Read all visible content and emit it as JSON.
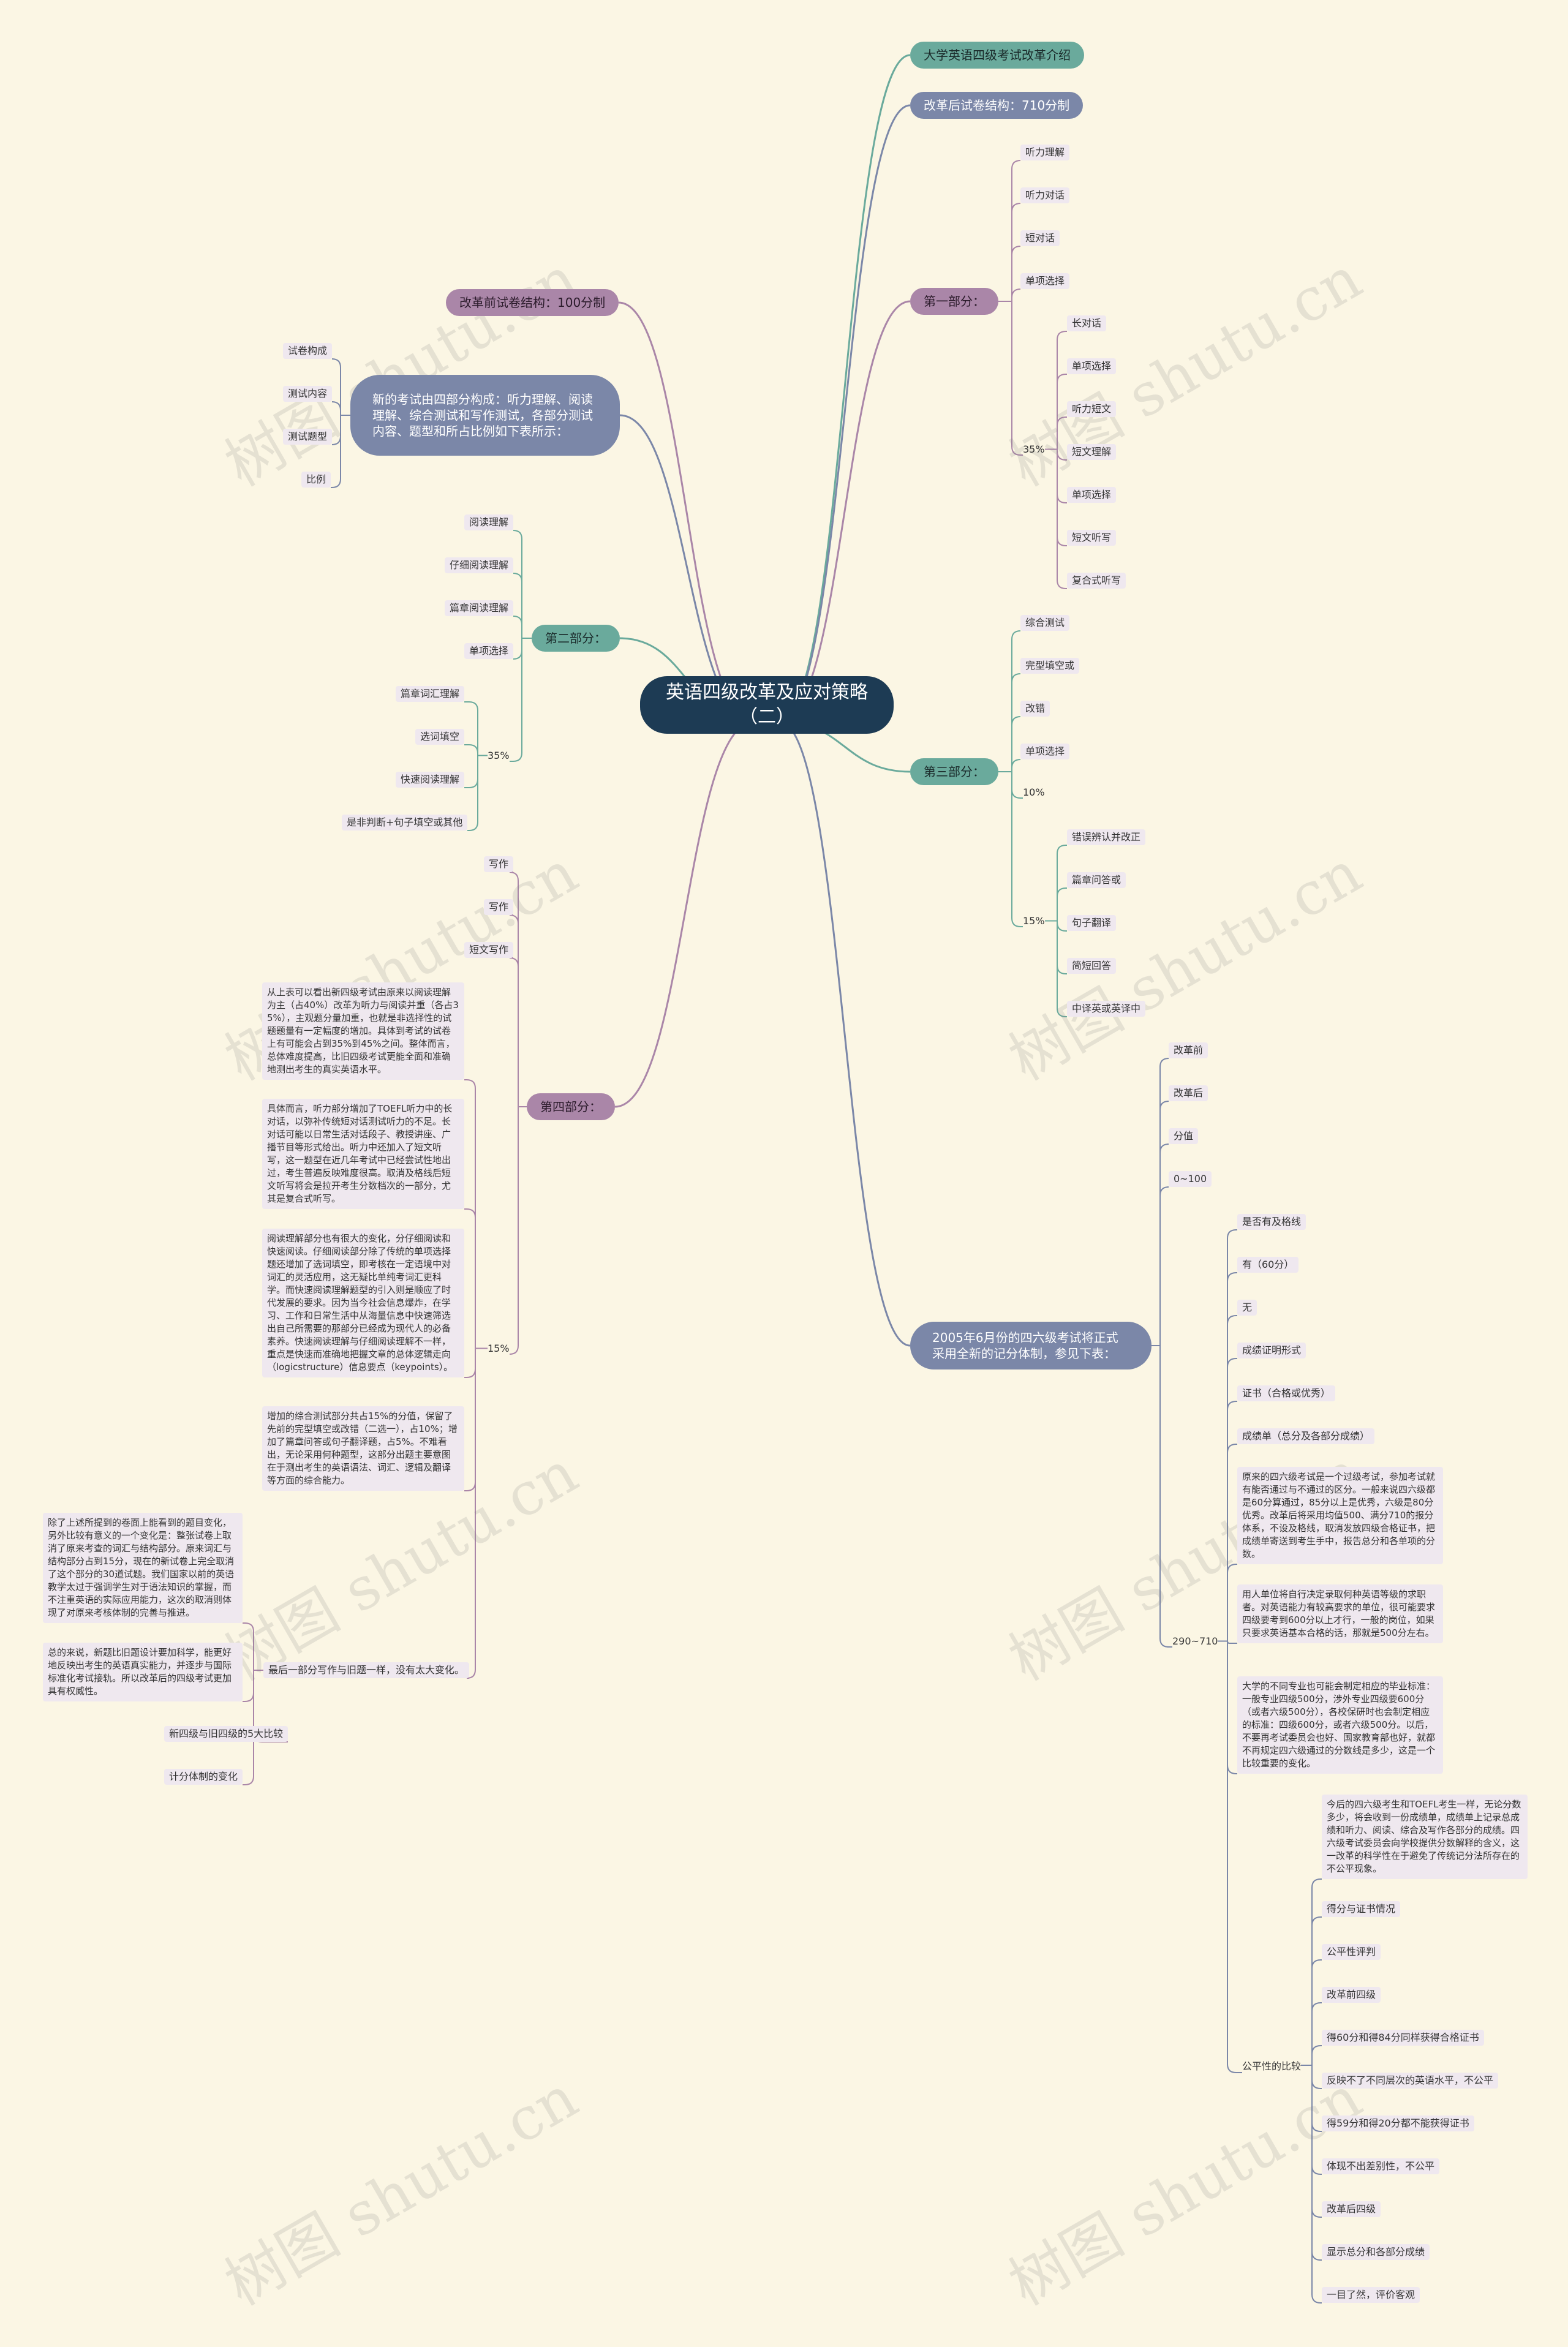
{
  "root": "英语四级改革及应对策略（二）",
  "watermark": "树图 shutu.cn",
  "colors": {
    "background": "#fbf6e4",
    "root": "#1d3b54",
    "teal": "#6aaa9c",
    "slate": "#7b87a8",
    "purple": "#aa86a8",
    "leaf_bg": "#efe8ef"
  },
  "right": {
    "intro": "大学英语四级考试改革介绍",
    "after_structure": "改革后试卷结构：710分制",
    "part1": {
      "label": "第一部分：",
      "items": [
        "听力理解",
        "听力对话",
        "短对话",
        "单项选择"
      ],
      "pct": "35%",
      "sub": [
        "长对话",
        "单项选择",
        "听力短文",
        "短文理解",
        "单项选择",
        "短文听写",
        "复合式听写"
      ]
    },
    "part3": {
      "label": "第三部分：",
      "items": [
        "综合测试",
        "完型填空或",
        "改错",
        "单项选择",
        "10%"
      ],
      "pct": "15%",
      "sub": [
        "错误辨认并改正",
        "篇章问答或",
        "句子翻译",
        "简短回答",
        "中译英或英译中"
      ]
    },
    "june2005": {
      "label": "2005年6月份的四六级考试将正式采用全新的记分体制，参见下表：",
      "items": [
        "改革前",
        "改革后",
        "分值",
        "0~100"
      ],
      "range": "290~710",
      "range_items": [
        "是否有及格线",
        "有（60分）",
        "无",
        "成绩证明形式",
        "证书（合格或优秀）",
        "成绩单（总分及各部分成绩）"
      ],
      "range_paras": [
        "原来的四六级考试是一个过级考试，参加考试就有能否通过与不通过的区分。一般来说四六级都是60分算通过，85分以上是优秀，六级是80分优秀。改革后将采用均值500、满分710的报分体系，不设及格线，取消发放四级合格证书，把成绩单寄送到考生手中，报告总分和各单项的分数。",
        "用人单位将自行决定录取何种英语等级的求职者。对英语能力有较高要求的单位，很可能要求四级要考到600分以上才行，一般的岗位，如果只要求英语基本合格的话，那就是500分左右。",
        "大学的不同专业也可能会制定相应的毕业标准：一般专业四级500分，涉外专业四级要600分（或者六级500分），各校保研时也会制定相应的标准：四级600分，或者六级500分。以后，不要再考试委员会也好、国家教育部也好，就都不再规定四六级通过的分数线是多少，这是一个比较重要的变化。"
      ],
      "fairness": "公平性的比较",
      "fairness_items": [
        "今后的四六级考生和TOEFL考生一样，无论分数多少，将会收到一份成绩单，成绩单上记录总成绩和听力、阅读、综合及写作各部分的成绩。四六级考试委员会向学校提供分数解释的含义，这一改革的科学性在于避免了传统记分法所存在的不公平现象。",
        "得分与证书情况",
        "公平性评判",
        "改革前四级",
        "得60分和得84分同样获得合格证书",
        "反映不了不同层次的英语水平，不公平",
        "得59分和得20分都不能获得证书",
        "体现不出差别性，不公平",
        "改革后四级",
        "显示总分和各部分成绩",
        "一目了然，评价客观"
      ]
    }
  },
  "left": {
    "before_structure": "改革前试卷结构：100分制",
    "new_exam": {
      "label": "新的考试由四部分构成：听力理解、阅读理解、综合测试和写作测试，各部分测试内容、题型和所占比例如下表所示：",
      "items": [
        "试卷构成",
        "测试内容",
        "测试题型",
        "比例"
      ]
    },
    "part2": {
      "label": "第二部分：",
      "items": [
        "阅读理解",
        "仔细阅读理解",
        "篇章阅读理解",
        "单项选择"
      ],
      "pct": "35%",
      "sub": [
        "篇章词汇理解",
        "选词填空",
        "快速阅读理解",
        "是非判断+句子填空或其他"
      ]
    },
    "part4": {
      "label": "第四部分：",
      "items": [
        "写作",
        "写作",
        "短文写作"
      ],
      "pct": "15%",
      "paras": [
        "从上表可以看出新四级考试由原来以阅读理解为主（占40%）改革为听力与阅读并重（各占35%），主观题分量加重，也就是非选择性的试题题量有一定幅度的增加。具体到考试的试卷上有可能会占到35%到45%之间。整体而言，总体难度提高，比旧四级考试更能全面和准确地测出考生的真实英语水平。",
        "具体而言，听力部分增加了TOEFL听力中的长对话，以弥补传统短对话测试听力的不足。长对话可能以日常生活对话段子、教授讲座、广播节目等形式给出。听力中还加入了短文听写，这一题型在近几年考试中已经尝试性地出过，考生普遍反映难度很高。取消及格线后短文听写将会是拉开考生分数档次的一部分，尤其是复合式听写。",
        "阅读理解部分也有很大的变化，分仔细阅读和快速阅读。仔细阅读部分除了传统的单项选择题还增加了选词填空，即考核在一定语境中对词汇的灵活应用，这无疑比单纯考词汇更科学。而快速阅读理解题型的引入则是顺应了时代发展的要求。因为当今社会信息爆炸，在学习、工作和日常生活中从海量信息中快速筛选出自己所需要的那部分已经成为现代人的必备素养。快速阅读理解与仔细阅读理解不一样，重点是快速而准确地把握文章的总体逻辑走向（logicstructure）信息要点（keypoints）。",
        "增加的综合测试部分共占15%的分值，保留了先前的完型填空或改错（二选一），占10%；增加了篇章问答或句子翻译题，占5%。不难看出，无论采用何种题型，这部分出题主要意图在于测出考生的英语语法、词汇、逻辑及翻译等方面的综合能力。"
      ],
      "last": "最后一部分写作与旧题一样，没有太大变化。",
      "last_paras": [
        "除了上述所提到的卷面上能看到的题目变化，另外比较有意义的一个变化是：整张试卷上取消了原来考查的词汇与结构部分。原来词汇与结构部分占到15分，现在的新试卷上完全取消了这个部分的30道试题。我们国家以前的英语教学太过于强调学生对于语法知识的掌握，而不注重英语的实际应用能力，这次的取消则体现了对原来考核体制的完善与推进。",
        "总的来说，新题比旧题设计要加科学，能更好地反映出考生的英语真实能力，并逐步与国际标准化考试接轨。所以改革后的四级考试更加具有权威性。"
      ],
      "last_items": [
        "新四级与旧四级的5大比较",
        "计分体制的变化"
      ]
    }
  }
}
